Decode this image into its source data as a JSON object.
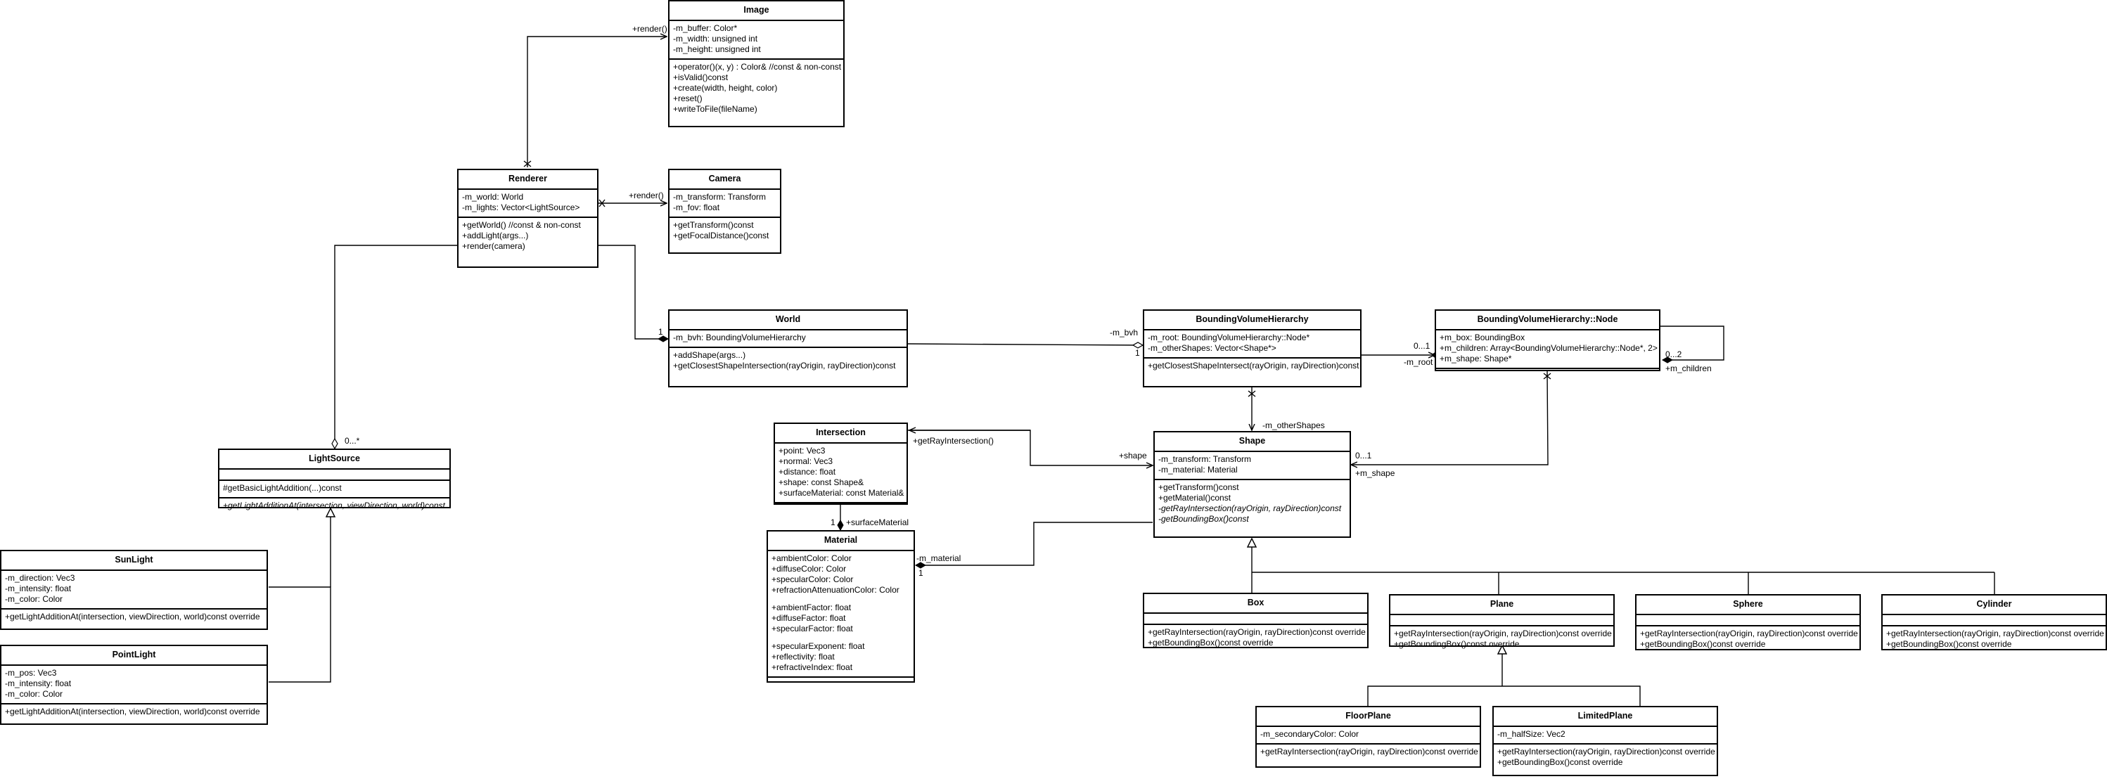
{
  "classes": {
    "image": {
      "name": "Image",
      "attributes": [
        "-m_buffer: Color*",
        "-m_width: unsigned int",
        "-m_height: unsigned int"
      ],
      "methods": [
        "+operator()(x, y) : Color& //const & non-const",
        "+isValid()const",
        "+create(width, height, color)",
        "+reset()",
        "+writeToFile(fileName)"
      ]
    },
    "renderer": {
      "name": "Renderer",
      "attributes": [
        "-m_world: World",
        "-m_lights: Vector<LightSource>"
      ],
      "methods": [
        "+getWorld() //const & non-const",
        "+addLight(args...)",
        "+render(camera)"
      ]
    },
    "camera": {
      "name": "Camera",
      "attributes": [
        "-m_transform: Transform",
        "-m_fov: float"
      ],
      "methods": [
        "+getTransform()const",
        "+getFocalDistance()const"
      ]
    },
    "world": {
      "name": "World",
      "attributes": [
        "-m_bvh: BoundingVolumeHierarchy"
      ],
      "methods": [
        "+addShape(args...)",
        "+getClosestShapeIntersection(rayOrigin, rayDirection)const"
      ]
    },
    "bvh": {
      "name": "BoundingVolumeHierarchy",
      "attributes": [
        "-m_root: BoundingVolumeHierarchy::Node*",
        "-m_otherShapes: Vector<Shape*>"
      ],
      "methods": [
        "+getClosestShapeIntersect(rayOrigin, rayDirection)const"
      ]
    },
    "bvhnode": {
      "name": "BoundingVolumeHierarchy::Node",
      "attributes": [
        "+m_box: BoundingBox",
        "+m_children: Array<BoundingVolumeHierarchy::Node*, 2>",
        "+m_shape: Shape*"
      ],
      "methods": []
    },
    "lightsource": {
      "name": "LightSource",
      "attributes": [],
      "methods": [
        "#getBasicLightAddition(...)const"
      ],
      "abstract_methods": [
        "+getLightAdditionAt(intersection, viewDirection, world)const"
      ]
    },
    "intersection": {
      "name": "Intersection",
      "attributes": [
        "+point: Vec3",
        "+normal: Vec3",
        "+distance: float",
        "+shape: const Shape&",
        "+surfaceMaterial: const Material&"
      ],
      "methods": []
    },
    "material": {
      "name": "Material",
      "attributes": [
        "+ambientColor: Color",
        "+diffuseColor: Color",
        "+specularColor: Color",
        "+refractionAttenuationColor: Color",
        "",
        "+ambientFactor: float",
        "+diffuseFactor: float",
        "+specularFactor: float",
        "",
        "+specularExponent: float",
        "+reflectivity: float",
        "+refractiveIndex: float"
      ],
      "methods": []
    },
    "shape": {
      "name": "Shape",
      "attributes": [
        "-m_transform: Transform",
        "-m_material: Material"
      ],
      "methods": [
        "+getTransform()const",
        "+getMaterial()const"
      ],
      "abstract_methods": [
        "-getRayIntersection(rayOrigin, rayDirection)const",
        "-getBoundingBox()const"
      ]
    },
    "sunlight": {
      "name": "SunLight",
      "attributes": [
        "-m_direction: Vec3",
        "-m_intensity: float",
        "-m_color: Color"
      ],
      "methods": [
        "+getLightAdditionAt(intersection, viewDirection, world)const override"
      ]
    },
    "pointlight": {
      "name": "PointLight",
      "attributes": [
        "-m_pos: Vec3",
        "-m_intensity: float",
        "-m_color: Color"
      ],
      "methods": [
        "+getLightAdditionAt(intersection, viewDirection, world)const override"
      ]
    },
    "box": {
      "name": "Box",
      "attributes": [],
      "methods": [
        "+getRayIntersection(rayOrigin, rayDirection)const override",
        "+getBoundingBox()const override"
      ]
    },
    "plane": {
      "name": "Plane",
      "attributes": [],
      "methods": [
        "+getRayIntersection(rayOrigin, rayDirection)const override",
        "+getBoundingBox()const override"
      ]
    },
    "sphere": {
      "name": "Sphere",
      "attributes": [],
      "methods": [
        "+getRayIntersection(rayOrigin, rayDirection)const override",
        "+getBoundingBox()const override"
      ]
    },
    "cylinder": {
      "name": "Cylinder",
      "attributes": [],
      "methods": [
        "+getRayIntersection(rayOrigin, rayDirection)const override",
        "+getBoundingBox()const override"
      ]
    },
    "floorplane": {
      "name": "FloorPlane",
      "attributes": [
        "-m_secondaryColor: Color"
      ],
      "methods": [
        "+getRayIntersection(rayOrigin, rayDirection)const override"
      ]
    },
    "limitedplane": {
      "name": "LimitedPlane",
      "attributes": [
        "-m_halfSize: Vec2"
      ],
      "methods": [
        "+getRayIntersection(rayOrigin, rayDirection)const override",
        "+getBoundingBox()const override"
      ]
    }
  },
  "labels": {
    "render_image": "+render()",
    "render_camera": "+render()",
    "world_mult": "1",
    "bvh_role": "-m_bvh",
    "bvh_mult": "1",
    "lights_mult": "0...*",
    "root_mult": "0...1",
    "root_role": "-m_root",
    "children_mult": "0...2",
    "children_role": "+m_children",
    "othershapes_role": "-m_otherShapes",
    "shape_mult": "0...1",
    "shape_role": "+m_shape",
    "getray_label": "+getRayIntersection()",
    "shape_label": "+shape",
    "surface_mult": "1",
    "surface_role": "+surfaceMaterial",
    "material_role": "-m_material",
    "material_mult": "1"
  }
}
